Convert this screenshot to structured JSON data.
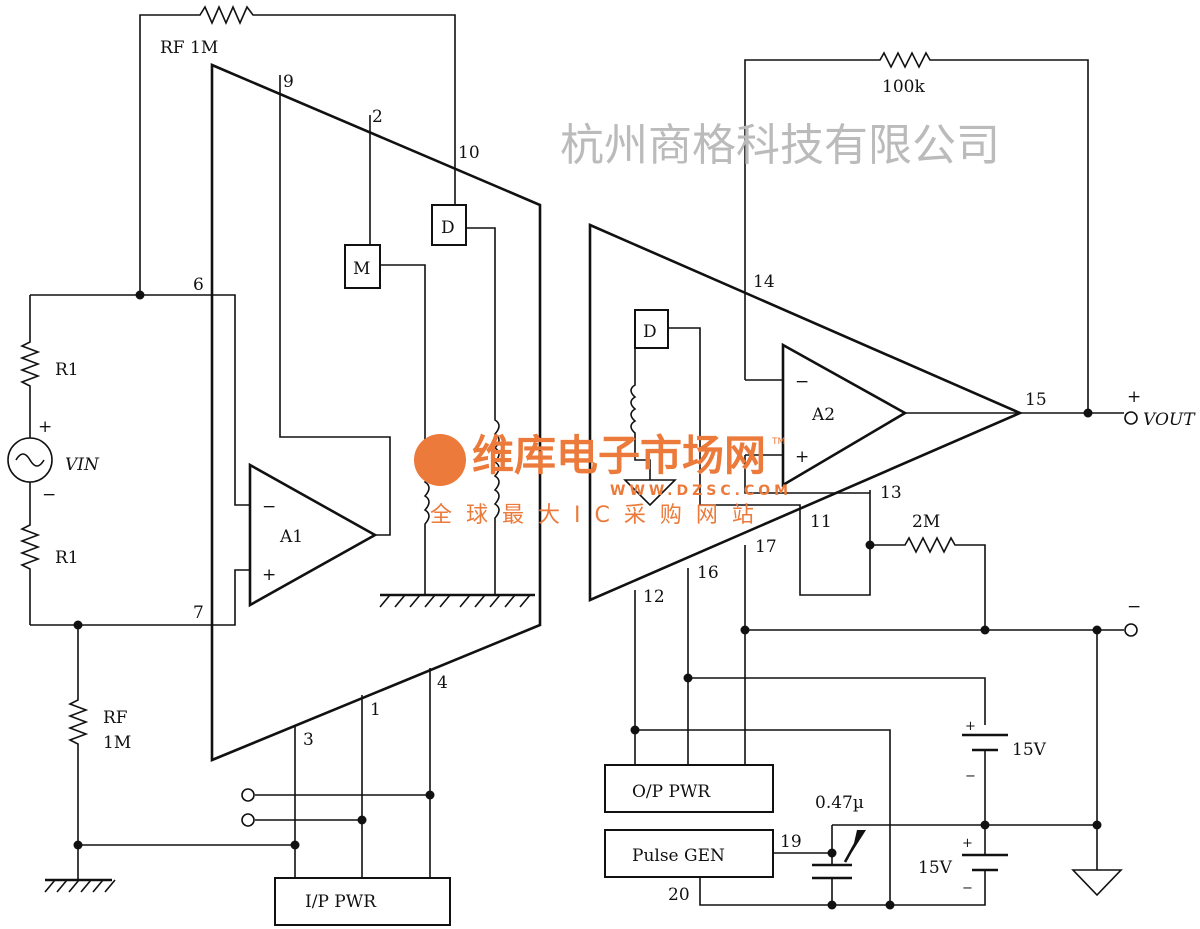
{
  "diagram": {
    "components": {
      "rf_top": "RF 1M",
      "rf_bottom_name": "RF",
      "rf_bottom_value": "1M",
      "r1_top": "R1",
      "r1_bottom": "R1",
      "vin": "VIN",
      "a1": "A1",
      "a2": "A2",
      "modulator": "M",
      "demod_left": "D",
      "demod_right": "D",
      "r_feedback": "100k",
      "r_2m": "2M",
      "vout": "VOUT",
      "battery_top": "15V",
      "battery_bottom": "15V",
      "capacitor": "0.47µ",
      "ip_pwr": "I/P PWR",
      "op_pwr": "O/P PWR",
      "pulse_gen": "Pulse GEN"
    },
    "pins": [
      "9",
      "2",
      "10",
      "6",
      "7",
      "3",
      "1",
      "4",
      "14",
      "15",
      "13",
      "11",
      "17",
      "16",
      "12",
      "19",
      "20"
    ],
    "polarity": {
      "plus": "+",
      "minus": "−"
    }
  },
  "watermark": {
    "company": "杭州商格科技有限公司",
    "brand": "维库电子市场网",
    "url": "WWW.DZSC.COM",
    "slogan": "全球最大IC采购网站",
    "tm": "TM"
  }
}
